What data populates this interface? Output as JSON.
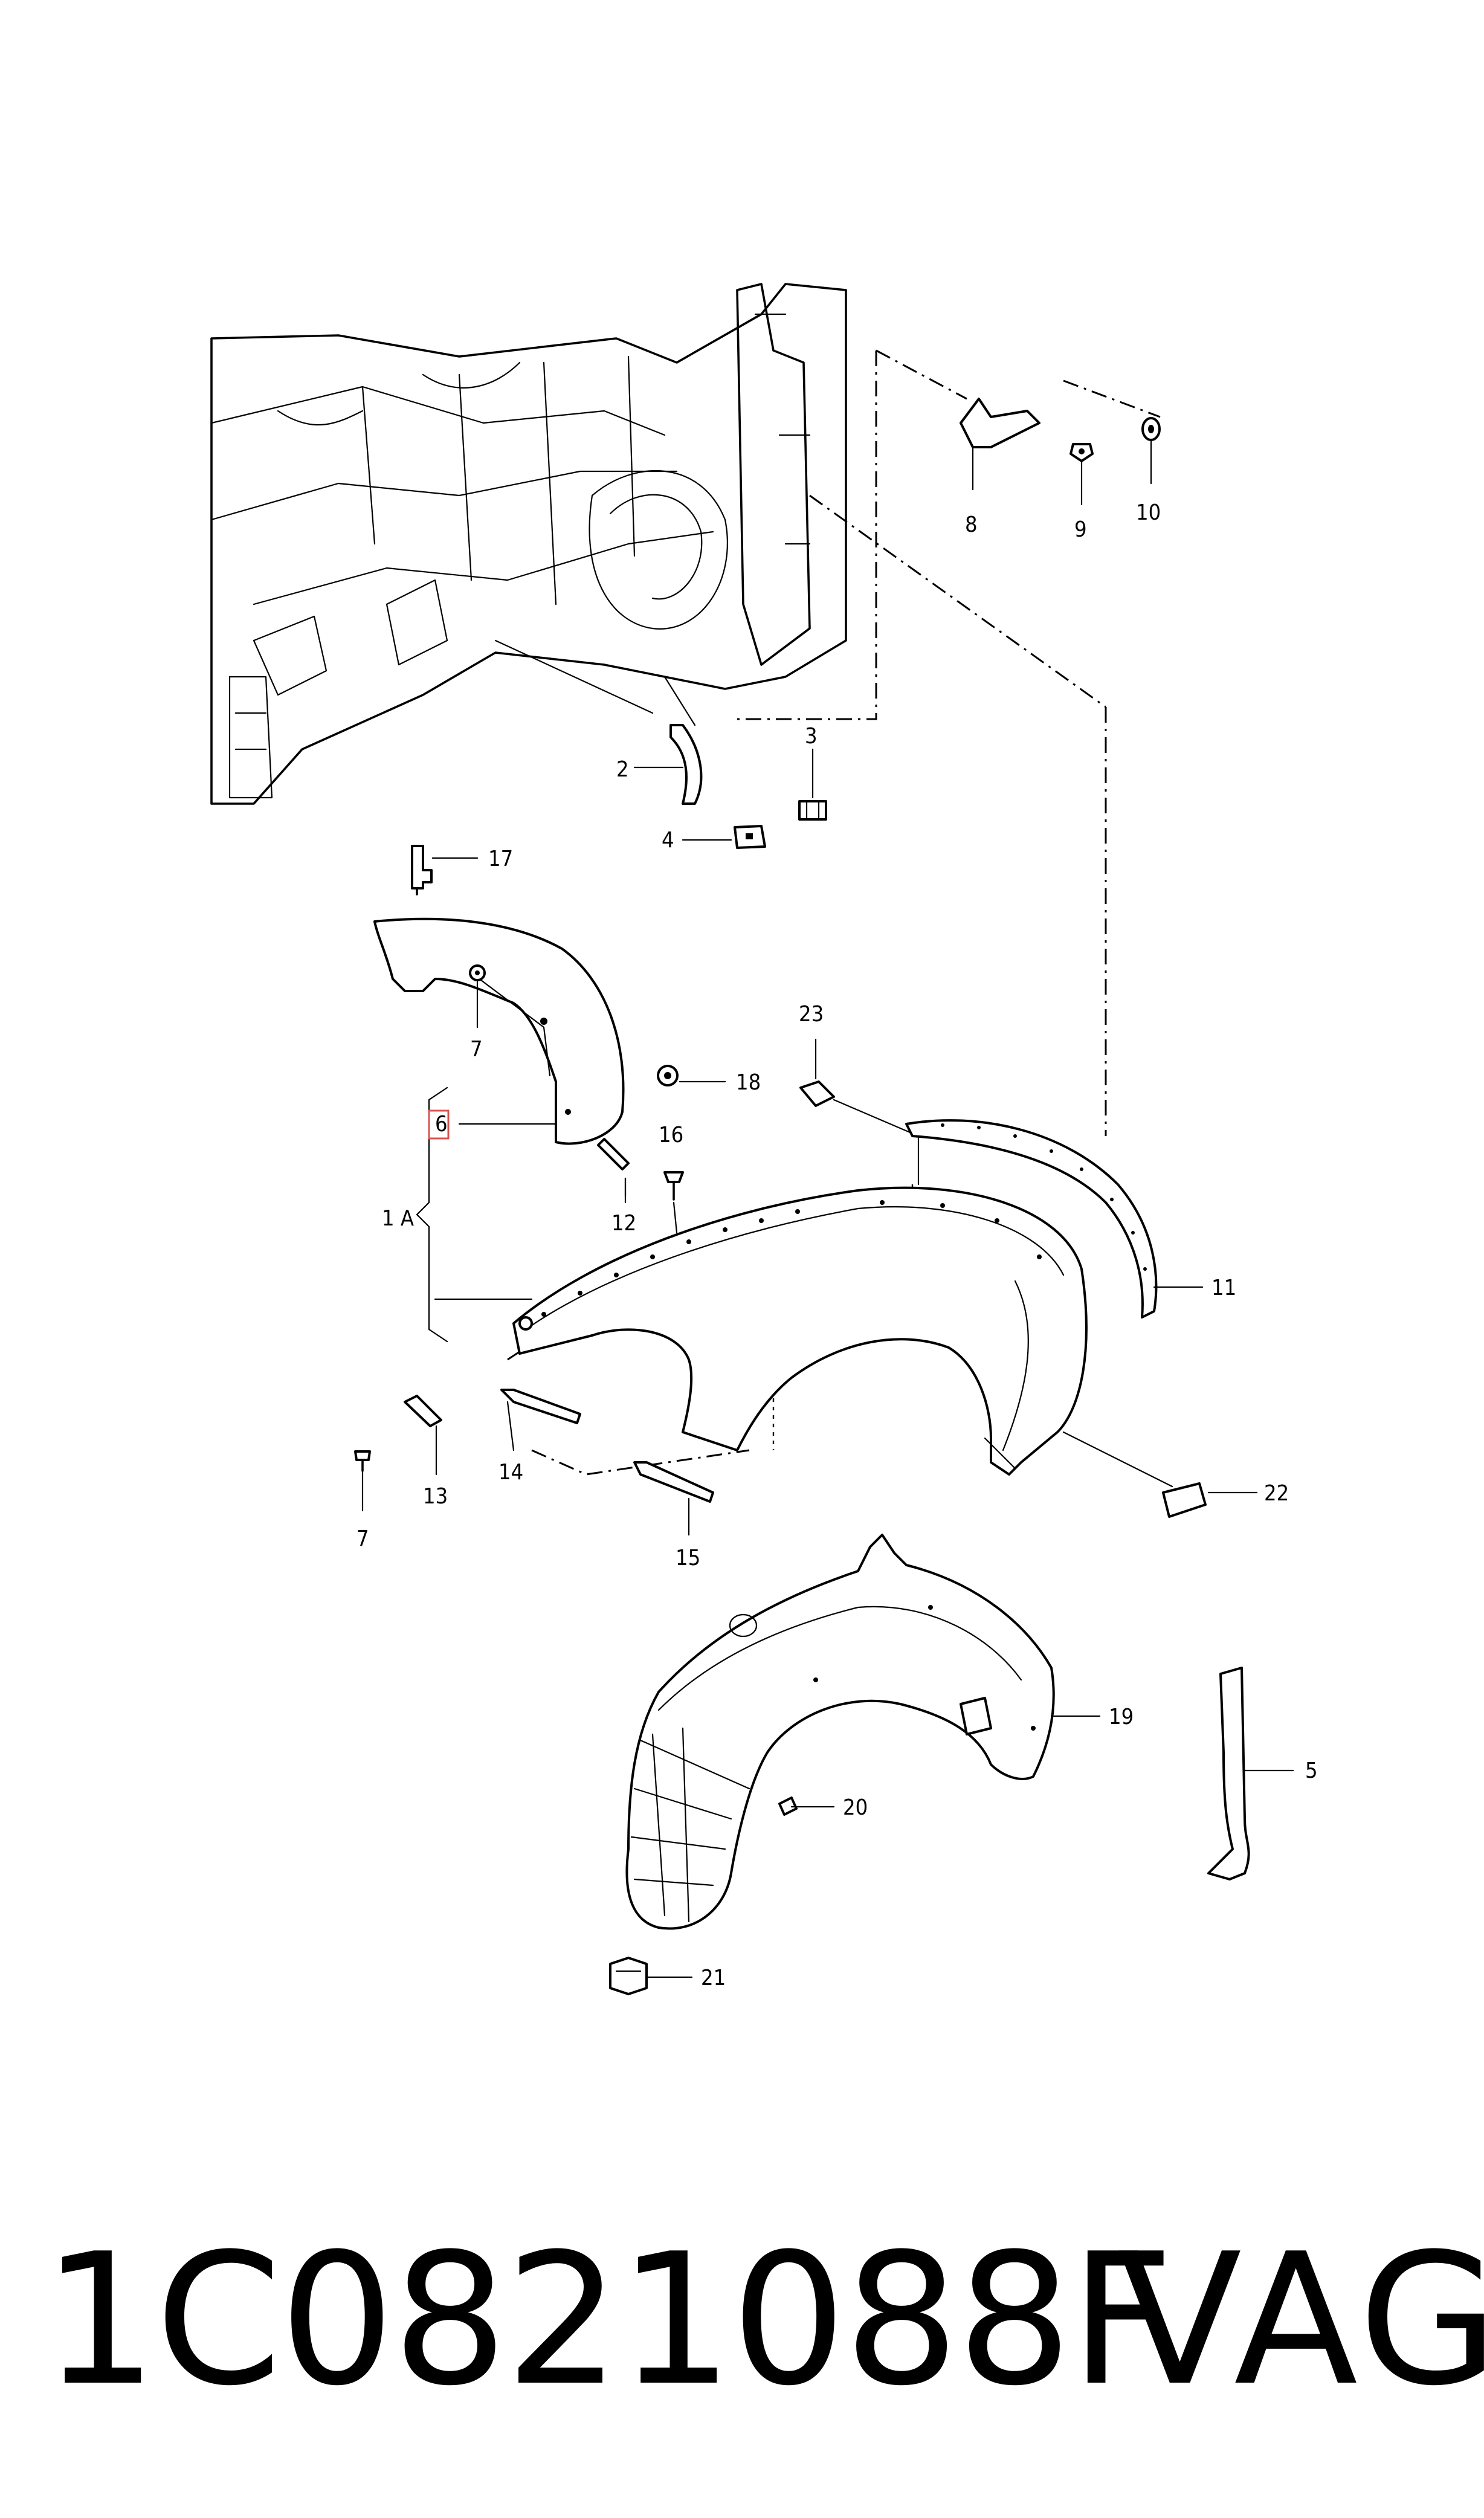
{
  "callouts": {
    "c1": "1 A",
    "c2": "2",
    "c3": "3",
    "c4": "4",
    "c5": "5",
    "c6": "6",
    "c7a": "7",
    "c7b": "7",
    "c8": "8",
    "c9": "9",
    "c10": "10",
    "c11": "11",
    "c12": "12",
    "c13": "13",
    "c14": "14",
    "c15": "15",
    "c16": "16",
    "c17": "17",
    "c18": "18",
    "c19": "19",
    "c20": "20",
    "c21": "21",
    "c22": "22",
    "c23": "23"
  },
  "footer": {
    "part_number": "1C0821088F",
    "brand": "VAG"
  },
  "highlight": {
    "color": "#d9534f",
    "callout": "6"
  }
}
